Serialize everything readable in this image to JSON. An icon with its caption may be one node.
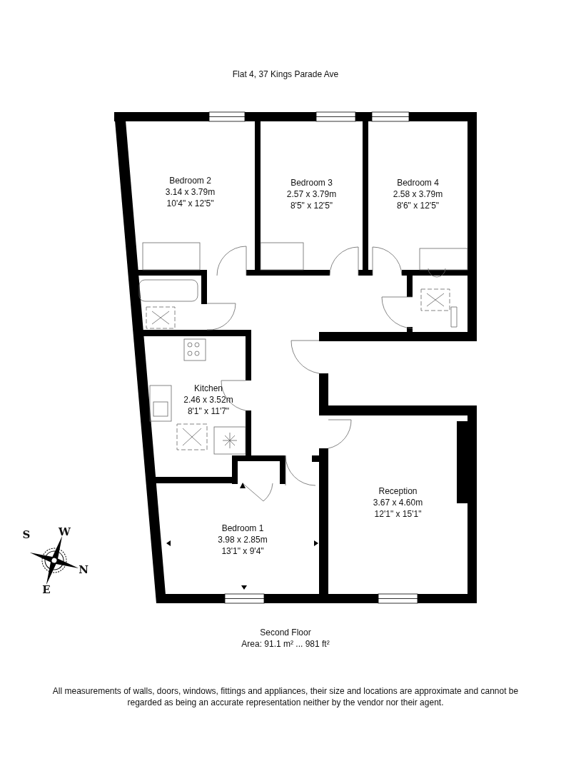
{
  "diagram": {
    "title": "Flat 4, 37 Kings Parade Ave",
    "nodes": [
      {
        "text": [
          "Bedroom 2",
          "3.14 x 3.79m",
          "10'4\" x 12'5\""
        ]
      },
      {
        "text": [
          "Bedroom 3",
          "2.57 x 3.79m",
          "8'5\" x 12'5\""
        ]
      },
      {
        "text": [
          "Bedroom 4",
          "2.58 x 3.79m",
          "8'6\" x 12'5\""
        ]
      },
      {
        "text": [
          "Kitchen",
          "2.46 x 3.52m",
          "8'1\" x 11'7\""
        ]
      },
      {
        "text": [
          "Reception",
          "3.67 x 4.60m",
          "12'1\" x 15'1\""
        ]
      },
      {
        "text": [
          "Bedroom 1",
          "3.98 x 2.85m",
          "13'1\" x 9'4\""
        ]
      }
    ],
    "edges": [],
    "labels": [
      "W",
      "S",
      "N",
      "E",
      "Second Floor",
      "Area: 91.1 m² ... 981 ft²",
      "All measurements of walls, doors, windows, fittings and appliances, their size and locations are approximate and cannot be regarded as being an accurate representation neither by the vendor nor their agent."
    ]
  }
}
